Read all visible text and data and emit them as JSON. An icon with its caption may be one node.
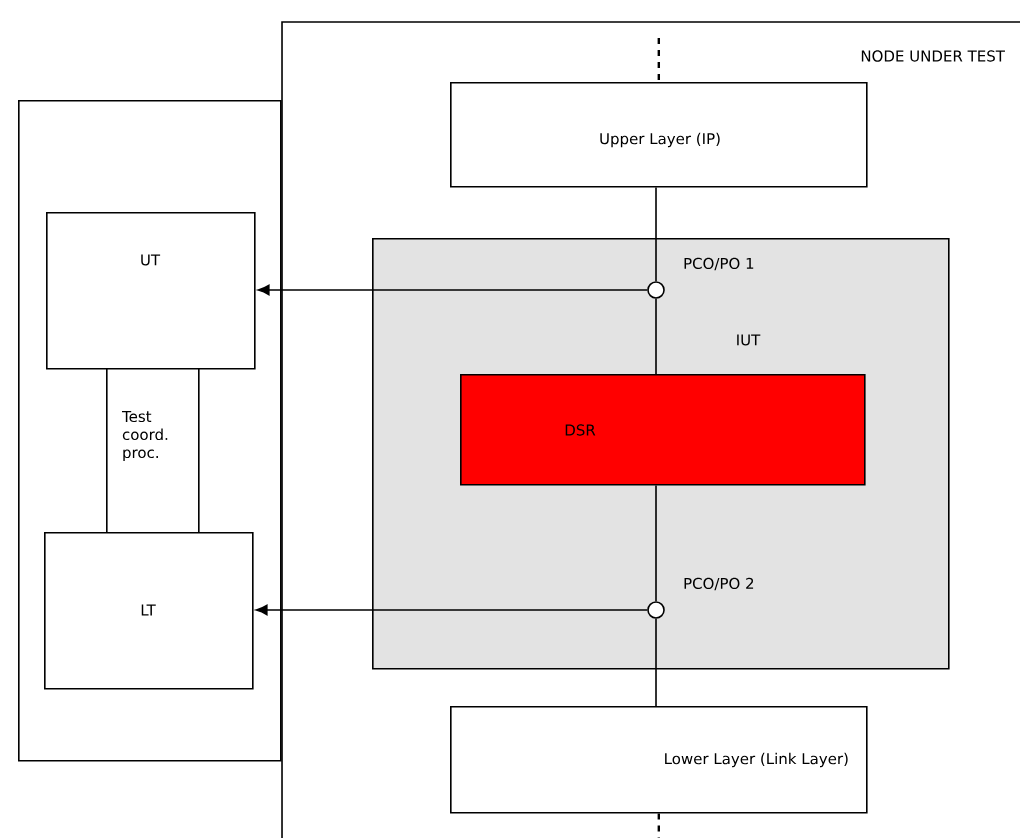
{
  "diagram": {
    "nodes": [
      {
        "text": [
          "NODE UNDER TEST"
        ]
      },
      {
        "text": [],
        "shape": "box"
      },
      {
        "text": [
          "UT"
        ],
        "in": 1
      },
      {
        "text": [
          "Test coord. proc."
        ],
        "in": 1
      },
      {
        "text": [
          "LT"
        ],
        "in": 1
      },
      {
        "text": [
          "Upper Layer (IP)"
        ],
        "in": 0
      },
      {
        "text": [
          "IUT"
        ],
        "in": 0
      },
      {
        "text": [
          "DSR"
        ],
        "in": 6
      },
      {
        "text": [],
        "shape": "circle",
        "in": 6,
        "beside": [
          "PCO/PO 1"
        ]
      },
      {
        "text": [],
        "shape": "circle",
        "in": 6,
        "beside": [
          "PCO/PO 2"
        ]
      },
      {
        "text": [
          "Lower Layer (Link Layer)"
        ],
        "in": 0
      }
    ],
    "edges": [
      {
        "from": null,
        "to": 5,
        "arrow": "none",
        "style": "dashed"
      },
      {
        "from": 5,
        "to": 8,
        "arrow": "none"
      },
      {
        "from": 8,
        "to": 7,
        "arrow": "none"
      },
      {
        "from": 7,
        "to": 9,
        "arrow": "none"
      },
      {
        "from": 9,
        "to": 10,
        "arrow": "none"
      },
      {
        "from": 10,
        "to": null,
        "arrow": "none",
        "style": "dashed"
      },
      {
        "from": 8,
        "to": 2,
        "arrow": "to"
      },
      {
        "from": 9,
        "to": 4,
        "arrow": "to"
      }
    ]
  }
}
